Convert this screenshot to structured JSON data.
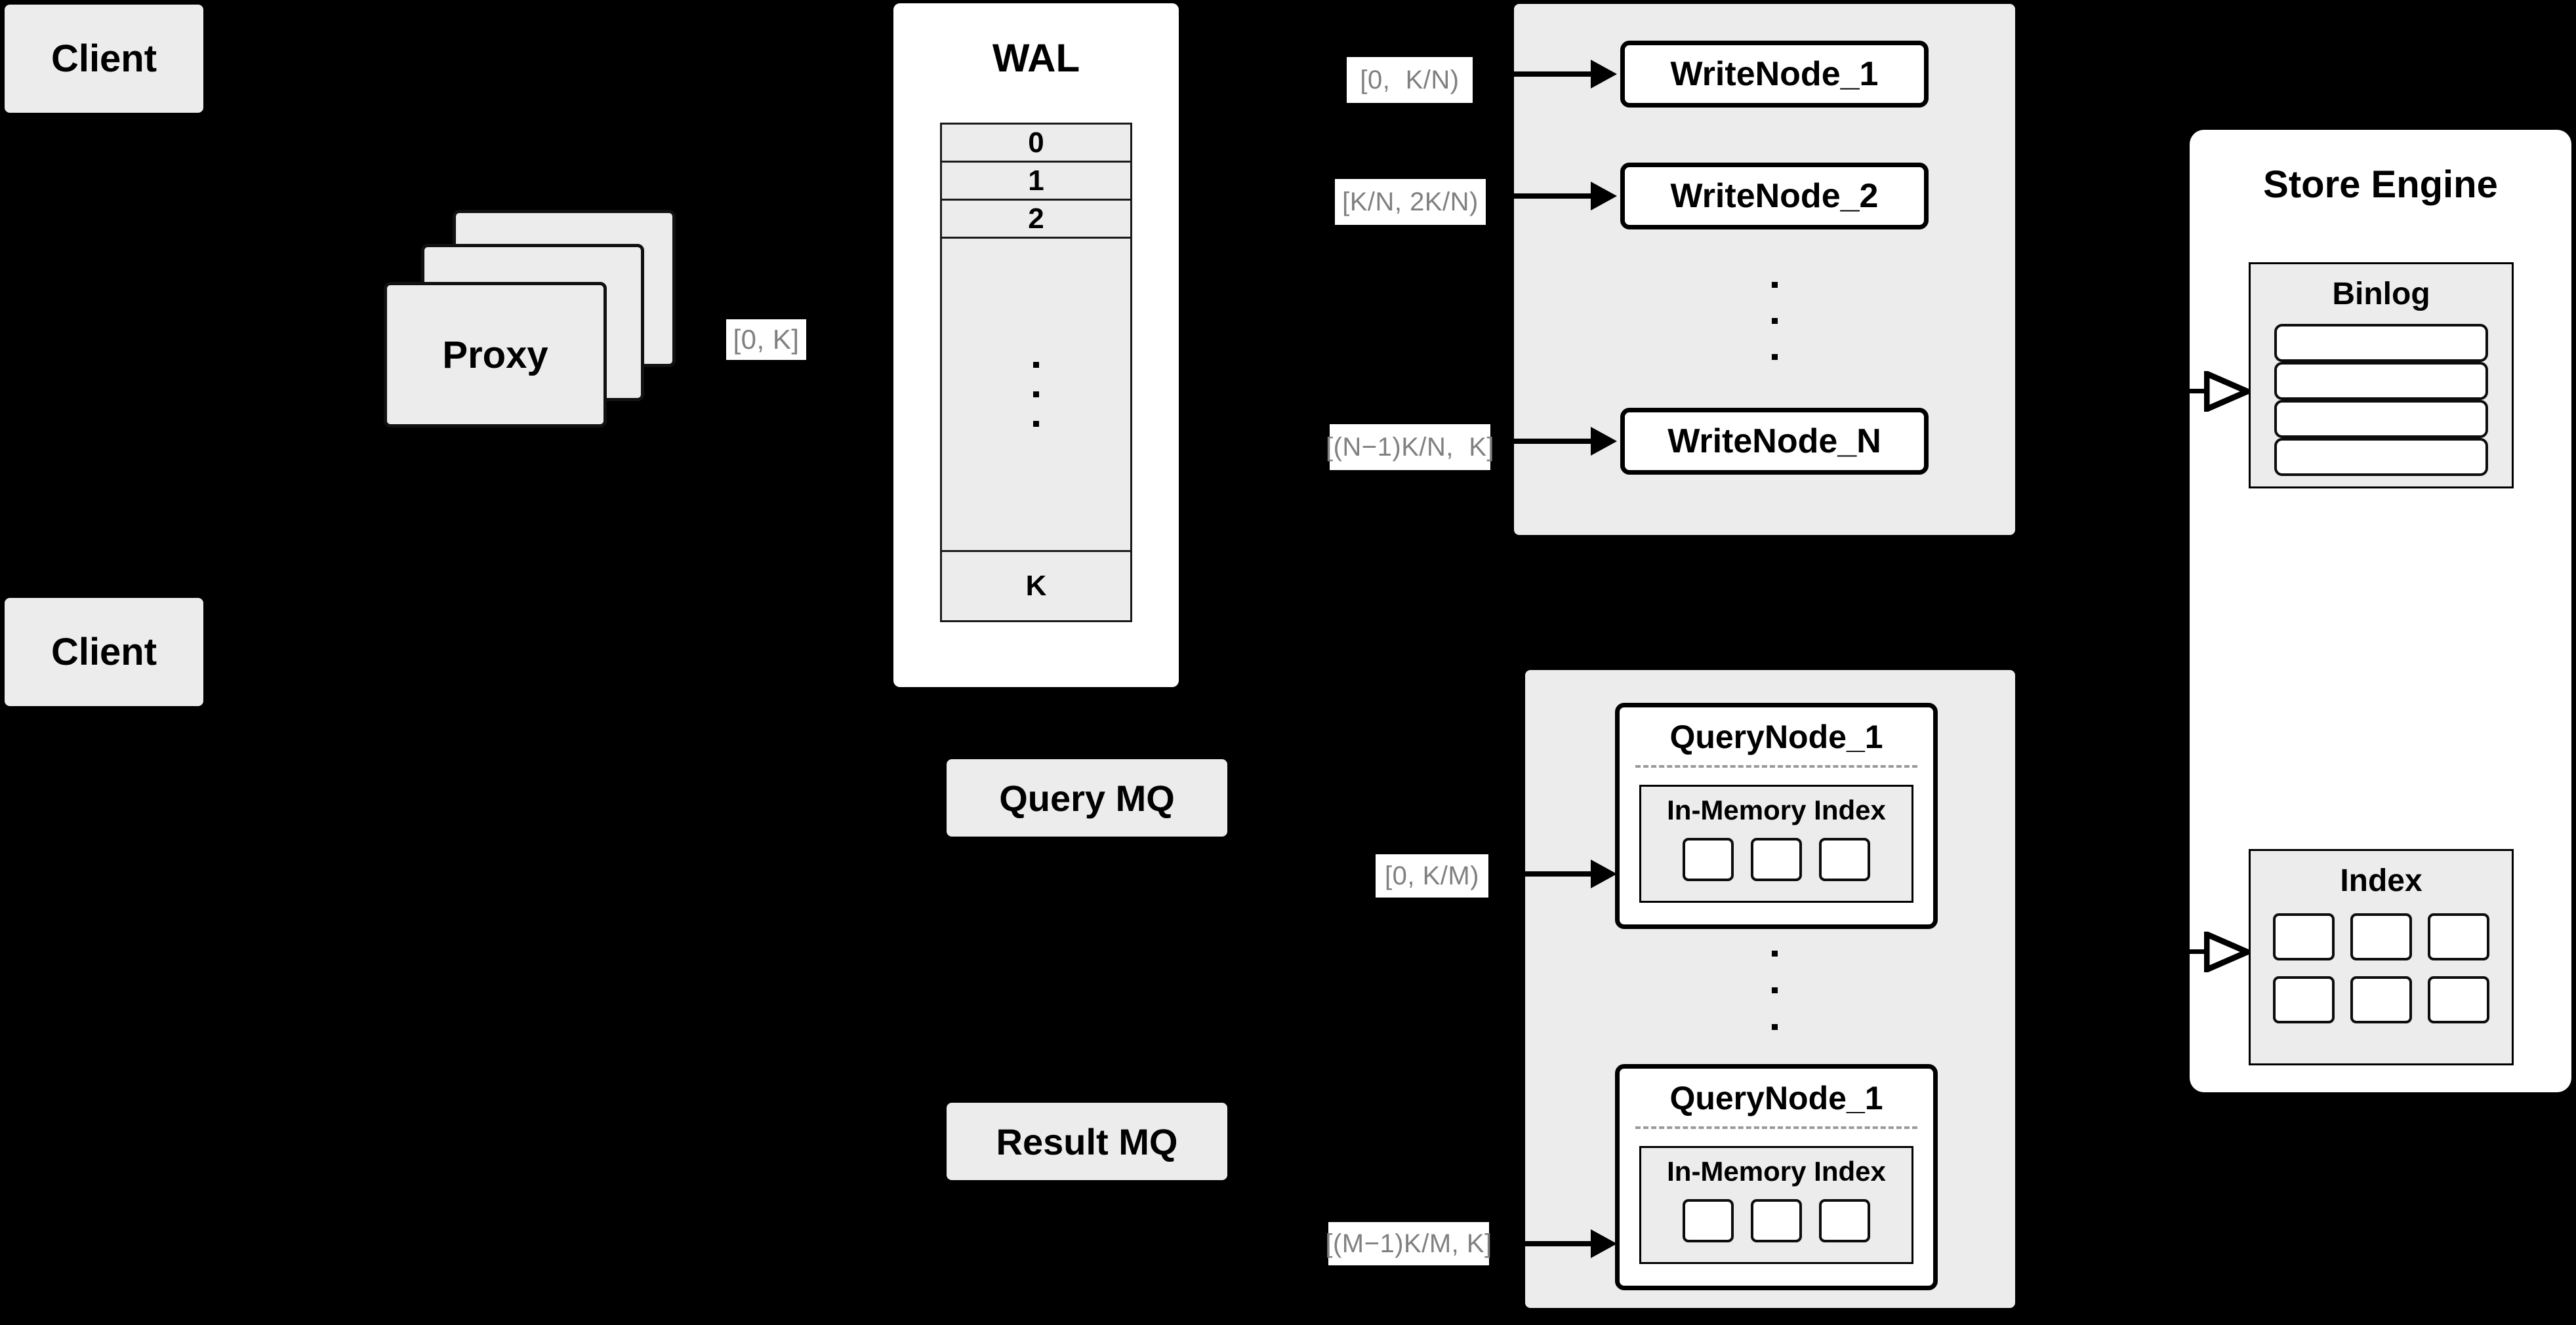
{
  "diagram": {
    "title": "Distributed Write/Query Architecture",
    "background": "#000000",
    "fill_gray": "#ececec",
    "fill_white": "#ffffff",
    "stroke": "#000000",
    "label_text_color": "#808080"
  },
  "clients": [
    {
      "label": "Client"
    },
    {
      "label": "Client"
    }
  ],
  "proxy": {
    "label": "Proxy",
    "stack_count": 3
  },
  "wal": {
    "title": "WAL",
    "rows": [
      "0",
      "1",
      "2",
      "",
      "K"
    ],
    "ellipsis_row_index": 3,
    "ellipsis_dots": 3
  },
  "edge_labels": {
    "proxy_out": "[0, K]",
    "write_1": "[0,  K/N)",
    "write_2": "[K/N, 2K/N)",
    "write_n": "[(N−1)K/N,  K]",
    "query_1": "[0, K/M)",
    "query_m": "[(M−1)K/M, K]"
  },
  "write_cluster": {
    "nodes": [
      {
        "label": "WriteNode_1"
      },
      {
        "label": "WriteNode_2"
      },
      {
        "label": "WriteNode_N"
      }
    ],
    "ellipsis_dots": 3
  },
  "message_queues": [
    {
      "label": "Query MQ"
    },
    {
      "label": "Result MQ"
    }
  ],
  "query_cluster": {
    "nodes": [
      {
        "label": "QueryNode_1",
        "index_label": "In-Memory Index",
        "chips": 3
      },
      {
        "label": "QueryNode_1",
        "index_label": "In-Memory Index",
        "chips": 3
      }
    ],
    "ellipsis_dots": 3
  },
  "store_engine": {
    "title": "Store Engine",
    "binlog": {
      "title": "Binlog",
      "bars": 4
    },
    "index": {
      "title": "Index",
      "chips_rows": 2,
      "chips_per_row": 3
    }
  }
}
